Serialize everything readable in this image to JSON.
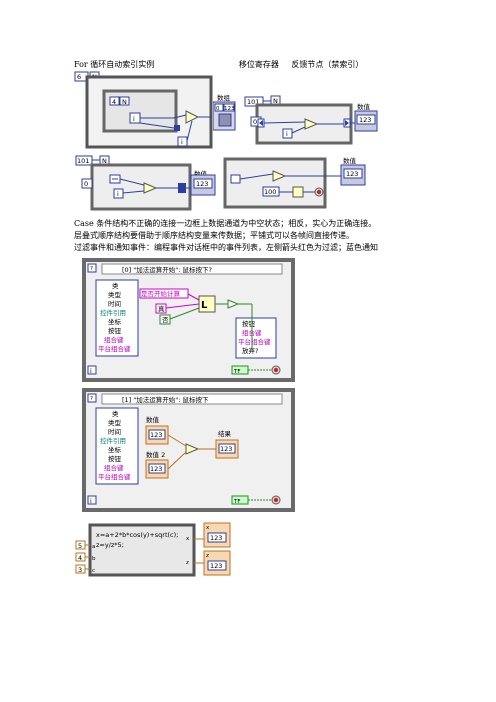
{
  "header": {
    "title_left": "For 循环自动索引实例",
    "title_mid": "移位寄存器",
    "title_right": "反馈节点（禁索引）"
  },
  "paragraphs": [
    "Case 条件结构不正确的连接一边框上数据通道为中空状态；相反，实心为正确连接。",
    "层叠式顺序结构要借助于顺序结构变量来传数据；平铺式可以各帧间直接传递。",
    "过滤事件和通知事件：编程事件对话框中的事件列表，左侧箭头红色为过滤；蓝色通知"
  ],
  "diagram_for_loop": {
    "const_n": "6",
    "inner_n": "4",
    "n_label": "N",
    "i_label": "i",
    "indicator_label": "数组",
    "array_index": "0",
    "array_value": "123"
  },
  "diagram_shift_register": {
    "const_n": "101",
    "init": "0",
    "indicator_label": "数值",
    "value": "123"
  },
  "diagram_shift_register_2": {
    "const_n": "101",
    "init": "0",
    "indicator_label": "数值",
    "value": "123"
  },
  "diagram_feedback": {
    "const": "100",
    "indicator_label": "数值",
    "value": "123"
  },
  "event_frame_0": {
    "selector": "[0] \"加法运算开始\": 鼠标按下?",
    "left_items": [
      "类",
      "类型",
      "时间",
      "控件引用",
      "坐标",
      "按钮",
      "组合键",
      "平台组合键"
    ],
    "string_const": "是否开始计算",
    "bool_true": "真",
    "bool_false": "否",
    "right_items": [
      "按钮",
      "组合键",
      "平台组合键",
      "放弃?"
    ],
    "i_label": "i",
    "stop_const": "TF"
  },
  "event_frame_1": {
    "selector": "[1] \"加法运算开始\": 鼠标按下",
    "left_items": [
      "类",
      "类型",
      "时间",
      "控件引用",
      "坐标",
      "按钮",
      "组合键",
      "平台组合键"
    ],
    "input1_label": "数值",
    "input1_value": "123",
    "input2_label": "数值 2",
    "input2_value": "123",
    "output_label": "结果",
    "output_value": "123",
    "i_label": "i",
    "stop_const": "TF"
  },
  "formula_node": {
    "code_line1": "x=a+2*b*cos(y)+sqrt(c);",
    "code_line2": "z=y/z*5;",
    "input_a": "a",
    "input_b": "b",
    "input_c": "c",
    "const_a": "5",
    "const_b": "4",
    "const_c": "3",
    "output_x": "x",
    "output_z": "z",
    "value_x": "123",
    "value_z": "123"
  }
}
